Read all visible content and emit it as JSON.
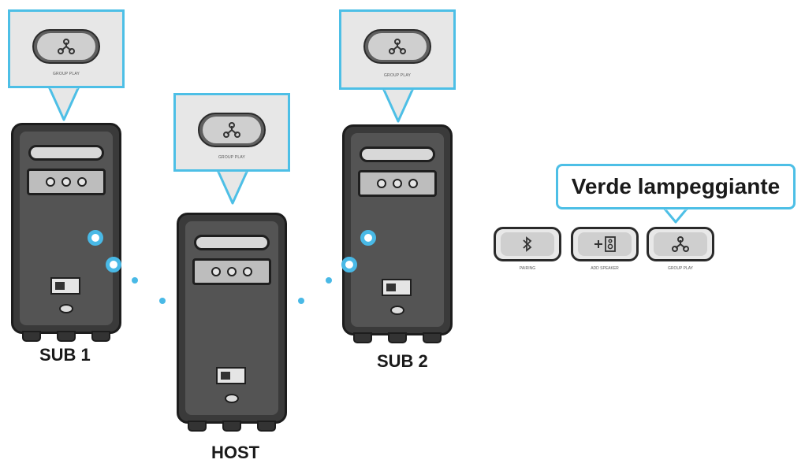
{
  "devices": [
    {
      "name": "SUB 1",
      "button_caption": "GROUP PLAY"
    },
    {
      "name": "HOST",
      "button_caption": "GROUP PLAY"
    },
    {
      "name": "SUB 2",
      "button_caption": "GROUP PLAY"
    }
  ],
  "status_label": "Verde lampeggiante",
  "buttons": [
    {
      "icon": "bluetooth-icon",
      "caption": "PAIRING"
    },
    {
      "icon": "add-speaker-icon",
      "caption": "ADD SPEAKER"
    },
    {
      "icon": "group-play-icon",
      "caption": "GROUP PLAY"
    }
  ],
  "colors": {
    "accent": "#49b9e6",
    "callout_fill": "#e7e7e7",
    "speaker_body": "#3a3a3a"
  }
}
